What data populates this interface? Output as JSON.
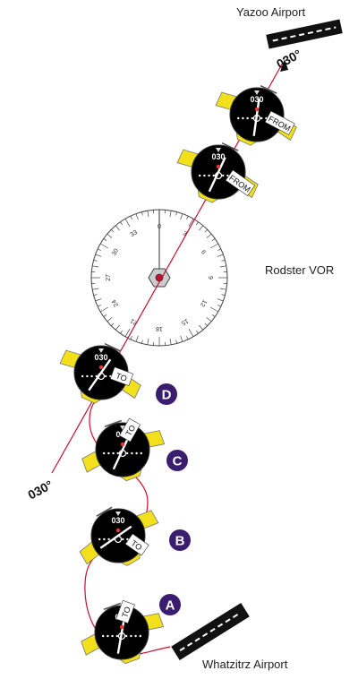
{
  "labels": {
    "destination_airport": "Yazoo Airport",
    "vor_station": "Rodster VOR",
    "departure_airport": "Whatzitrz Airport",
    "radial_top": "030°",
    "radial_bottom": "030°"
  },
  "compass_rose": {
    "numbers": [
      "0",
      "3",
      "6",
      "9",
      "12",
      "15",
      "18",
      "21",
      "24",
      "27",
      "30",
      "33"
    ]
  },
  "instruments": [
    {
      "id": "E",
      "course": "030",
      "flag": "FROM"
    },
    {
      "id": "F",
      "course": "030",
      "flag": "FROM"
    },
    {
      "id": "D",
      "course": "030",
      "flag": "TO",
      "marker": "D"
    },
    {
      "id": "C",
      "course": "030",
      "flag": "TO",
      "marker": "C"
    },
    {
      "id": "B",
      "course": "030",
      "flag": "TO",
      "marker": "B"
    },
    {
      "id": "A",
      "course": "030",
      "flag": "TO",
      "marker": "A"
    }
  ],
  "colors": {
    "course_line": "#c8102e",
    "aircraft_wing": "#f2e01c",
    "marker_fill": "#3a1d6e",
    "instrument_face": "#000000"
  }
}
